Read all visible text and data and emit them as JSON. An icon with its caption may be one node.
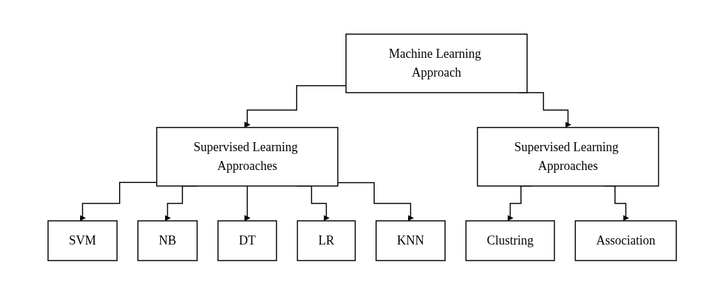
{
  "diagram": {
    "nodes": [
      {
        "text": [
          "Machine Learning Approach"
        ]
      },
      {
        "text": [
          "Supervised Learning Approaches"
        ]
      },
      {
        "text": [
          "Supervised Learning Approaches"
        ]
      },
      {
        "text": [
          "SVM"
        ]
      },
      {
        "text": [
          "NB"
        ]
      },
      {
        "text": [
          "DT"
        ]
      },
      {
        "text": [
          "LR"
        ]
      },
      {
        "text": [
          "KNN"
        ]
      },
      {
        "text": [
          "Clustring"
        ]
      },
      {
        "text": [
          "Association"
        ]
      }
    ],
    "edges": [
      {
        "from": 0,
        "to": 1,
        "arrow": "to"
      },
      {
        "from": 0,
        "to": 2,
        "arrow": "to"
      },
      {
        "from": 1,
        "to": 3,
        "arrow": "to"
      },
      {
        "from": 1,
        "to": 4,
        "arrow": "to"
      },
      {
        "from": 1,
        "to": 5,
        "arrow": "to"
      },
      {
        "from": 1,
        "to": 6,
        "arrow": "to"
      },
      {
        "from": 1,
        "to": 7,
        "arrow": "to"
      },
      {
        "from": 2,
        "to": 8,
        "arrow": "to"
      },
      {
        "from": 2,
        "to": 9,
        "arrow": "to"
      }
    ]
  }
}
